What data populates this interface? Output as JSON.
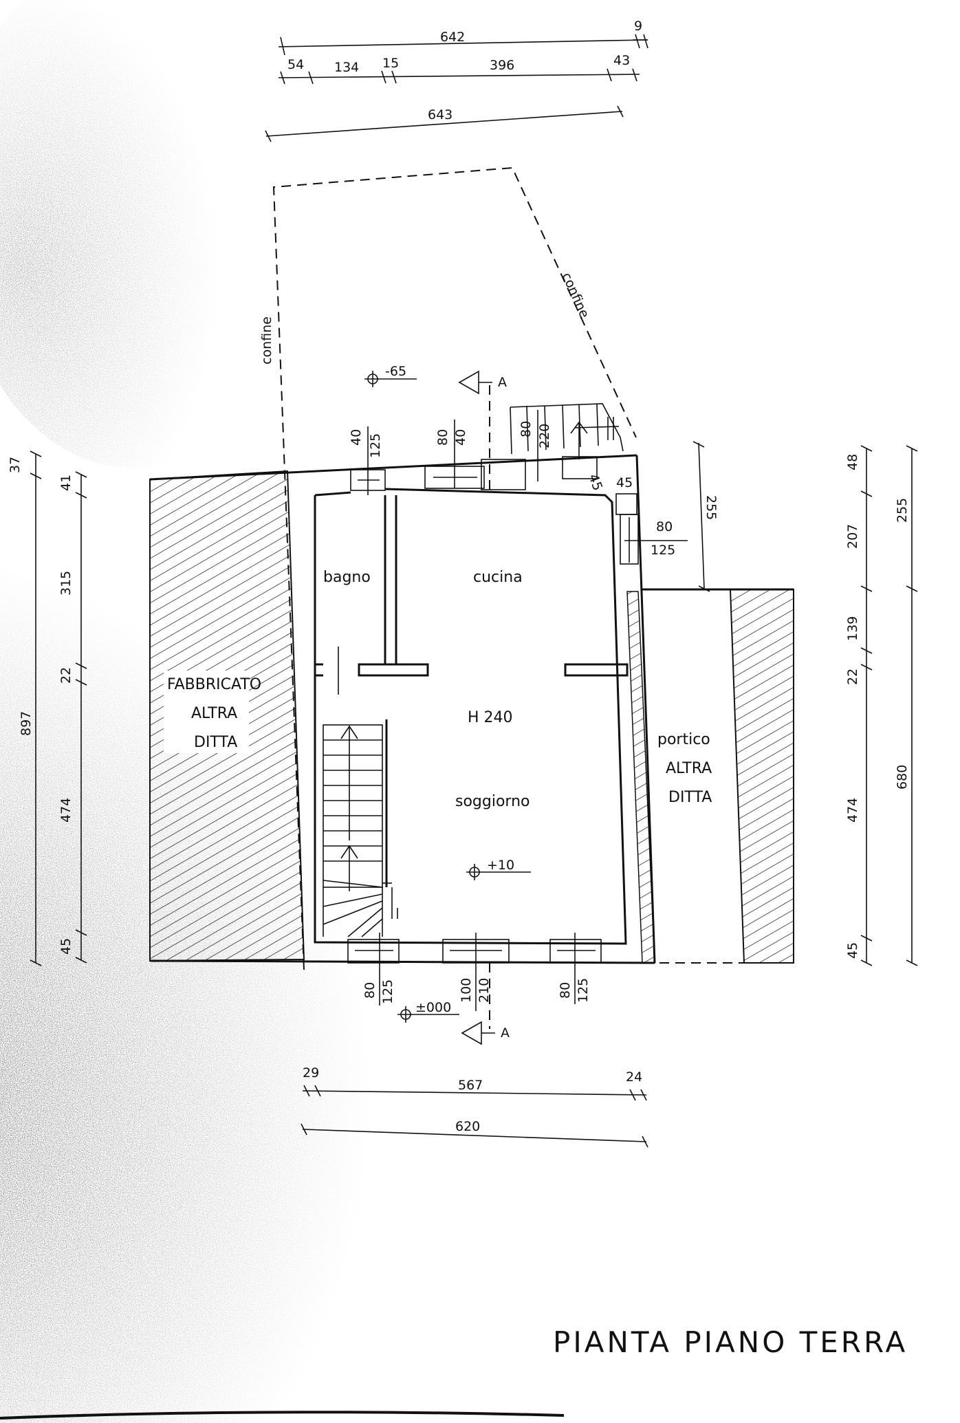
{
  "title": "PIANTA PIANO TERRA",
  "rooms": {
    "bagno": "bagno",
    "cucina": "cucina",
    "soggiorno": "soggiorno",
    "height": "H 240"
  },
  "neighbors": {
    "left": [
      "FABBRICATO",
      "ALTRA",
      "DITTA"
    ],
    "right": [
      "portico",
      "ALTRA",
      "DITTA"
    ]
  },
  "boundary_label": "confine",
  "section_label": "A",
  "levels": {
    "top": "-65",
    "interior": "+10",
    "bottom": "±000"
  },
  "dims_top": {
    "overall_1": "642",
    "end_1": "9",
    "chain": [
      "54",
      "134",
      "15",
      "396",
      "43"
    ],
    "overall_2": "643"
  },
  "dims_bottom": {
    "chain": [
      "29",
      "567",
      "24"
    ],
    "overall": "620"
  },
  "dims_left": {
    "outer": [
      "37",
      "897"
    ],
    "inner": [
      "41",
      "315",
      "22",
      "474",
      "45"
    ]
  },
  "dims_right": {
    "inner": [
      "48",
      "207",
      "139",
      "22",
      "474",
      "45"
    ],
    "outer": [
      "255",
      "680"
    ],
    "portico": "255"
  },
  "openings": {
    "top_1": [
      "40",
      "125"
    ],
    "top_2": [
      "80",
      "40"
    ],
    "top_3": [
      "80",
      "220"
    ],
    "side": [
      "80",
      "125"
    ],
    "small_45a": "45",
    "small_45b": "45",
    "bottom_1": [
      "80",
      "125"
    ],
    "bottom_2": [
      "100",
      "210"
    ],
    "bottom_3": [
      "80",
      "125"
    ]
  },
  "colors": {
    "ink": "#111111",
    "paper": "#ffffff",
    "noise": "#8a8a8a"
  }
}
